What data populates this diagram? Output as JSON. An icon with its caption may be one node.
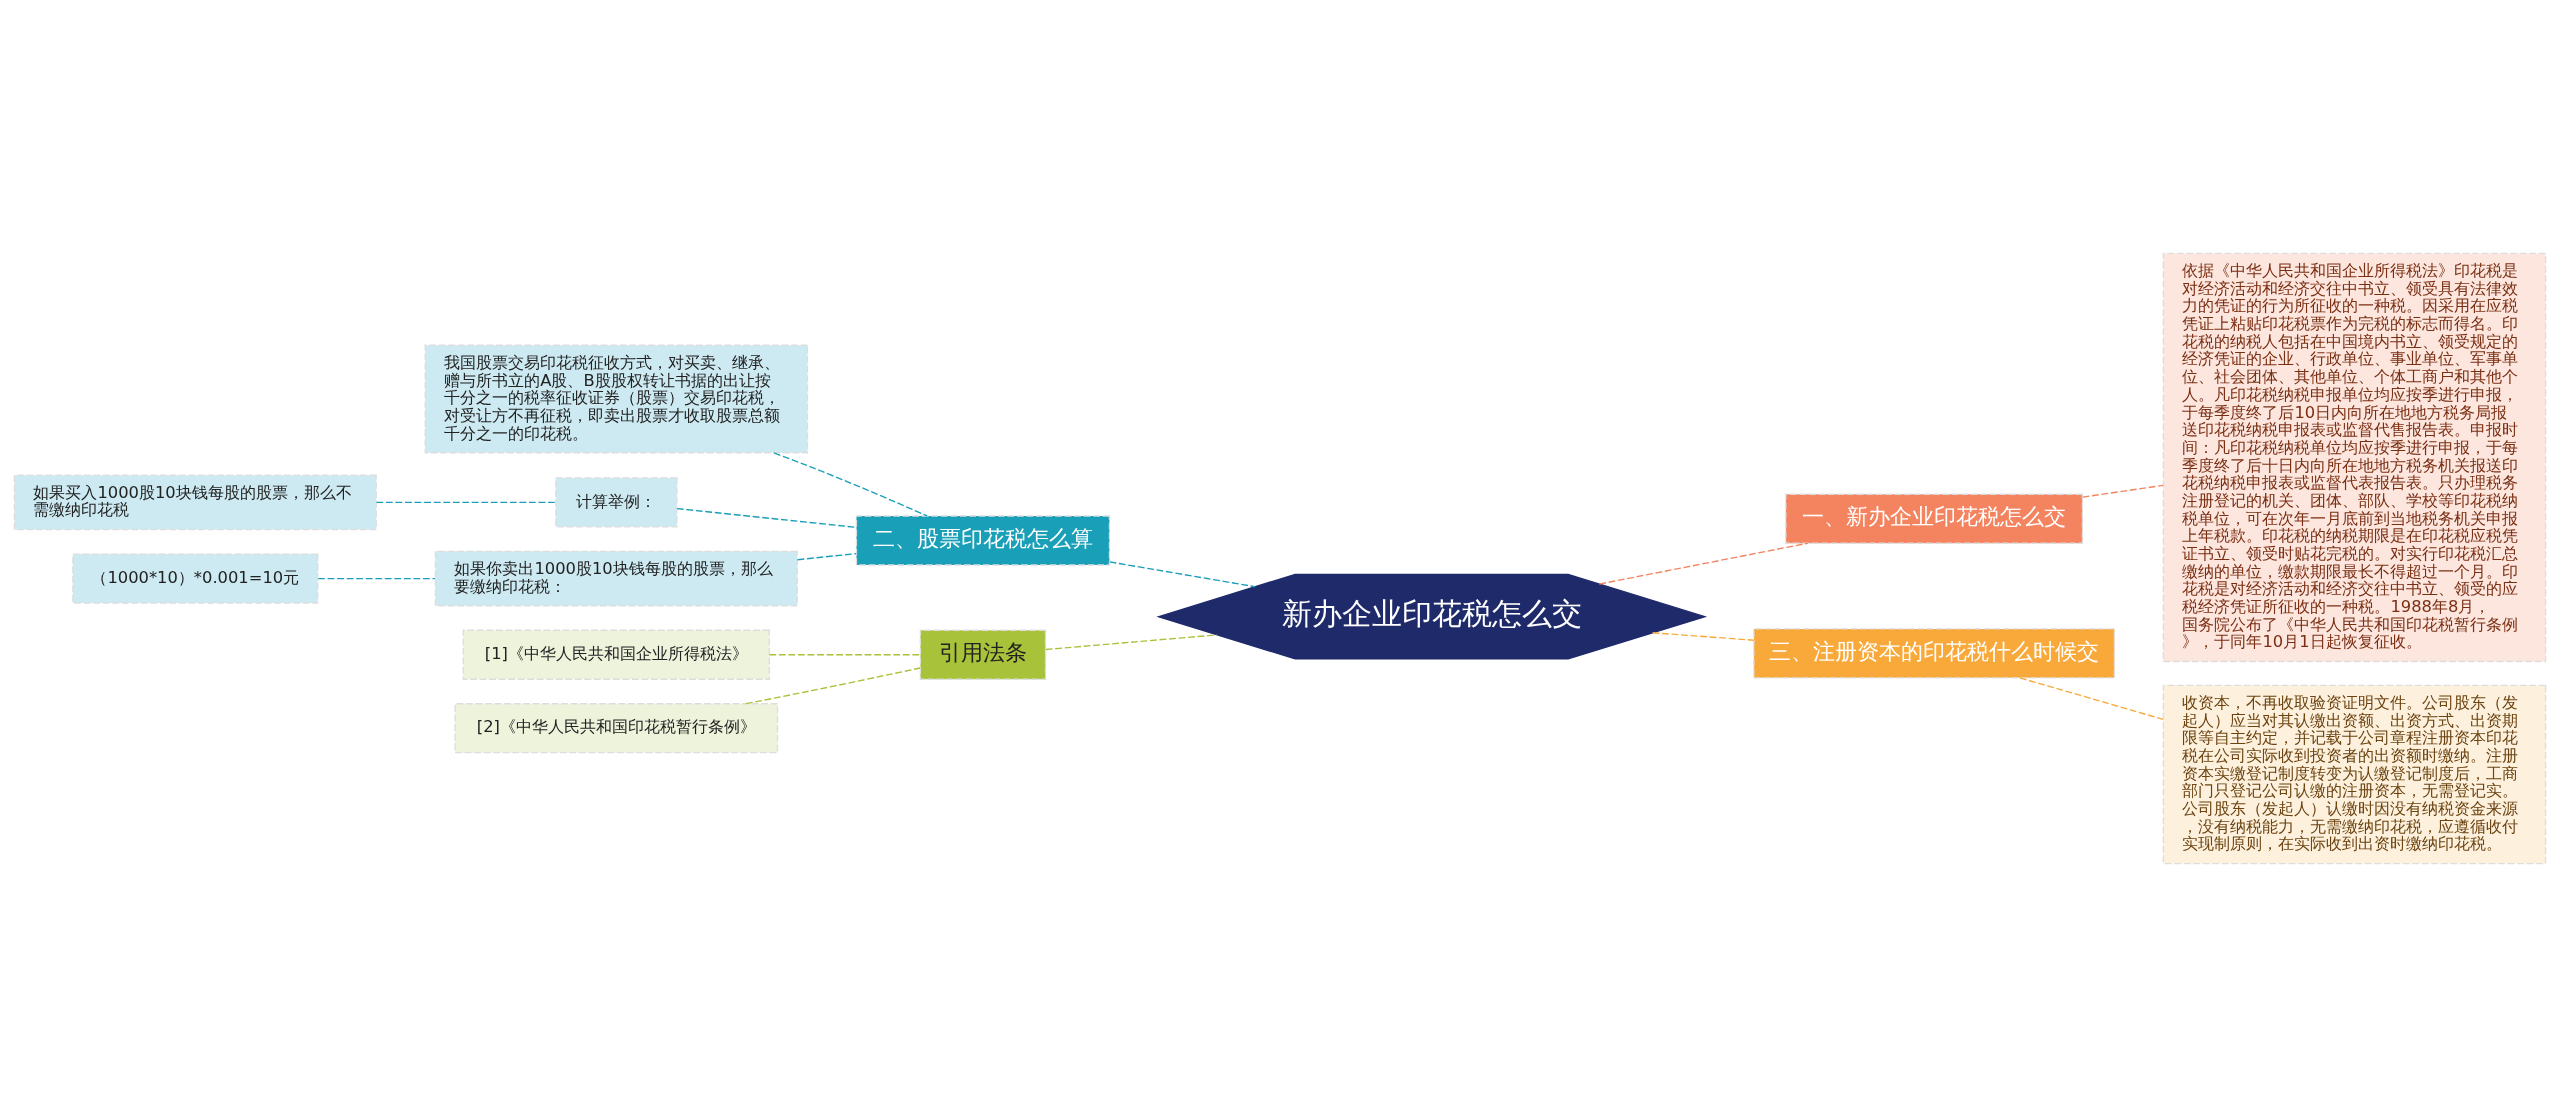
{
  "diagram": {
    "nodes": [
      {
        "text": [
          "新办企业印花税怎么交"
        ]
      },
      {
        "text": [
          "一、新办企业印花税怎么交"
        ]
      },
      {
        "text": [
          "依据《中华人民共和国企业所得税法》印花税是对经济活动和经济交往中书立、领受具有法律效力的凭证的行为所征收的一种税。因采用在应税凭证上粘贴印花税票作为完税的标志而得名。印花税的纳税人包括在中国境内书立、领受规定的经济凭证的企业、行政单位、事业单位、军事单位、社会团体、其他单位、个体工商户和其他个人。凡印花税纳税申报单位均应按季进行申报，于每季度终了后10日内向所在地地方税务局报送印花税纳税申报表或监督代售报告表。申报时间：凡印花税纳税单位均应按季进行申报，于每季度终了后十日内向所在地地方税务机关报送印花税纳税申报表或监督代表报告表。只办理税务注册登记的机关、团体、部队、学校等印花税纳税单位，可在次年一月底前到当地税务机关申报上年税款。印花税的纳税期限是在印花税应税凭证书立、领受时贴花完税的。对实行印花税汇总缴纳的单位，缴款期限最长不得超过一个月。印花税是对经济活动和经济交往中书立、领受的应税经济凭证所征收的一种税。1988年8月，国务院公布了《中华人民共和国印花税暂行条例》，于同年10月1日起恢复征收。"
        ]
      },
      {
        "text": [
          "三、注册资本的印花税什么时候交"
        ]
      },
      {
        "text": [
          "收资本，不再收取验资证明文件。公司股东（发起人）应当对其认缴出资额、出资方式、出资期限等自主约定，并记载于公司章程注册资本印花税在公司实际收到投资者的出资额时缴纳。注册资本实缴登记制度转变为认缴登记制度后，工商部门只登记公司认缴的注册资本，无需登记实。公司股东（发起人）认缴时因没有纳税资金来源，没有纳税能力，无需缴纳印花税，应遵循收付实现制原则，在实际收到出资时缴纳印花税。"
        ]
      },
      {
        "text": [
          "二、股票印花税怎么算"
        ]
      },
      {
        "text": [
          "我国股票交易印花税征收方式，对买卖、继承、赠与所书立的A股、B股股权转让书据的出让按千分之一的税率征收证券（股票）交易印花税，对受让方不再征税，即卖出股票才收取股票总额千分之一的印花税。"
        ]
      },
      {
        "text": [
          "计算举例："
        ]
      },
      {
        "text": [
          "如果买入1000股10块钱每股的股票，那么不需缴纳印花税"
        ]
      },
      {
        "text": [
          "如果你卖出1000股10块钱每股的股票，那么要缴纳印花税："
        ]
      },
      {
        "text": [
          "（1000*10）*0.001=10元"
        ]
      },
      {
        "text": [
          "引用法条"
        ]
      },
      {
        "text": [
          "[1]《中华人民共和国企业所得税法》"
        ]
      },
      {
        "text": [
          "[2]《中华人民共和国印花税暂行条例》"
        ]
      }
    ],
    "edges": [
      {
        "from": 0,
        "to": 1,
        "arrow": "none",
        "style": "dashed",
        "color": "#f4845f"
      },
      {
        "from": 1,
        "to": 2,
        "arrow": "none",
        "style": "dashed",
        "color": "#f4845f"
      },
      {
        "from": 0,
        "to": 3,
        "arrow": "none",
        "style": "dashed",
        "color": "#f9a93a"
      },
      {
        "from": 3,
        "to": 4,
        "arrow": "none",
        "style": "dashed",
        "color": "#f9a93a"
      },
      {
        "from": 0,
        "to": 5,
        "arrow": "none",
        "style": "dashed",
        "color": "#1a9fb8"
      },
      {
        "from": 5,
        "to": 6,
        "arrow": "none",
        "style": "dashed",
        "color": "#1a9fb8"
      },
      {
        "from": 5,
        "to": 7,
        "arrow": "none",
        "style": "dashed",
        "color": "#1a9fb8"
      },
      {
        "from": 7,
        "to": 8,
        "arrow": "none",
        "style": "dashed",
        "color": "#1a9fb8"
      },
      {
        "from": 5,
        "to": 9,
        "arrow": "none",
        "style": "dashed",
        "color": "#1a9fb8"
      },
      {
        "from": 9,
        "to": 10,
        "arrow": "none",
        "style": "dashed",
        "color": "#1a9fb8"
      },
      {
        "from": 0,
        "to": 11,
        "arrow": "none",
        "style": "dashed",
        "color": "#a8c23a"
      },
      {
        "from": 11,
        "to": 12,
        "arrow": "none",
        "style": "dashed",
        "color": "#a8c23a"
      },
      {
        "from": 11,
        "to": 13,
        "arrow": "none",
        "style": "dashed",
        "color": "#a8c23a"
      }
    ]
  }
}
